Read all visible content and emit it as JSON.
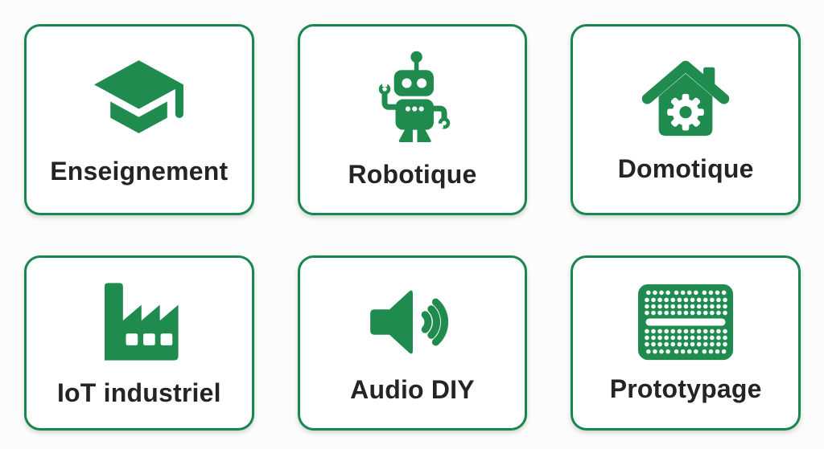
{
  "page": {
    "background_color": "#fcfcfc",
    "card_background": "#ffffff",
    "accent_green": "#1f8b4f",
    "border_green": "#17864f",
    "label_color": "#242424"
  },
  "cards": [
    {
      "id": "enseignement",
      "label": "Enseignement",
      "icon": "graduation-cap-icon"
    },
    {
      "id": "robotique",
      "label": "Robotique",
      "icon": "robot-icon"
    },
    {
      "id": "domotique",
      "label": "Domotique",
      "icon": "house-gear-icon"
    },
    {
      "id": "iot-industriel",
      "label": "IoT industriel",
      "icon": "factory-icon"
    },
    {
      "id": "audio-diy",
      "label": "Audio DIY",
      "icon": "speaker-icon"
    },
    {
      "id": "prototypage",
      "label": "Prototypage",
      "icon": "breadboard-icon"
    }
  ]
}
